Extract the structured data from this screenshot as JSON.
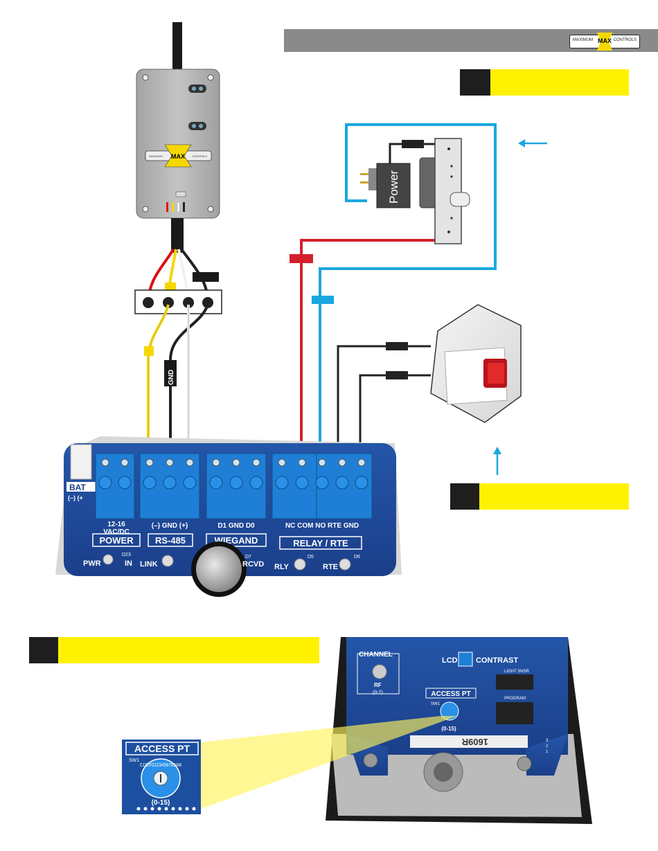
{
  "brand": {
    "left": "MAXIMUM",
    "center": "MAX",
    "right": "CONTROLS"
  },
  "receiver": {
    "brand_left": "MAXIMUM",
    "brand_center": "MAX",
    "brand_right": "CONTROLS"
  },
  "power_supply": {
    "label": "Power"
  },
  "wire_label_gnd": "GND",
  "terminals": {
    "power": {
      "pins": "12-16",
      "sub": "VAC/DC",
      "title": "POWER"
    },
    "rs485": {
      "pins": "(–) GND (+)",
      "title": "RS-485"
    },
    "wiegand": {
      "pins": "D1 GND D0",
      "title": "WIEGAND"
    },
    "relay": {
      "pins": "NC COM NO RTE GND",
      "title": "RELAY / RTE"
    },
    "battery": {
      "title": "BAT",
      "pins": "(–) (+"
    }
  },
  "leds": {
    "pwr": "PWR",
    "in": "IN",
    "d23": "D23",
    "link": "LINK",
    "rcvd": "RCVD",
    "d7": "D7",
    "rly": "RLY",
    "d5": "D5",
    "rte": "RTE",
    "d6": "D6"
  },
  "board2": {
    "channel": "CHANNEL",
    "rf": "RF",
    "rf_range": "(0-7)",
    "lcd": "LCD",
    "contrast": "CONTRAST",
    "access_pt": "ACCESS PT",
    "sw1": "SW1",
    "range": "(0-15)",
    "light_sens": "LIGHT SNSR",
    "program": "PROGRAM",
    "chip_text": "1609R",
    "j15_pins": [
      "3",
      "2",
      "1"
    ]
  },
  "zoom": {
    "title": "ACCESS PT",
    "sw": "SW1",
    "range": "(0-15)",
    "dial": "CDEF0123456789AB"
  }
}
